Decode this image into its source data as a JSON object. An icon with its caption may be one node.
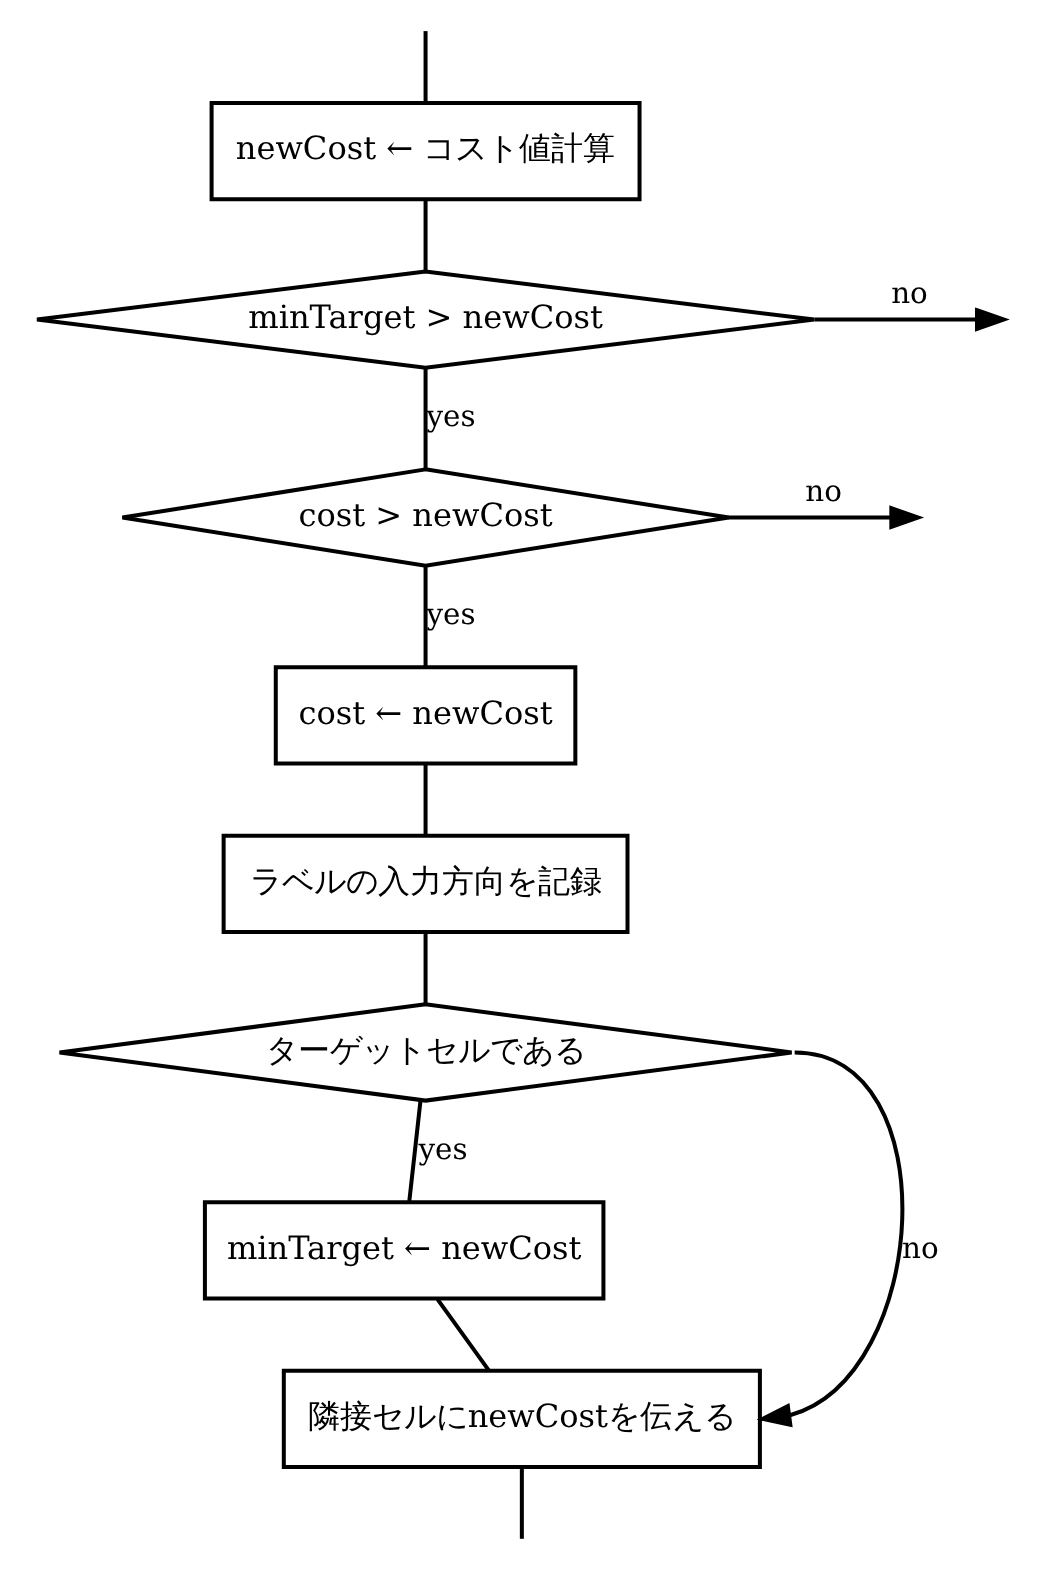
{
  "diagram": {
    "nodes": [
      {
        "text": [
          "newCost ← コスト値計算"
        ]
      },
      {
        "text": [
          "minTarget > newCost"
        ]
      },
      {
        "text": [
          "cost > newCost"
        ]
      },
      {
        "text": [
          "cost ← newCost"
        ]
      },
      {
        "text": [
          "ラベルの入力方向を記録"
        ]
      },
      {
        "text": [
          "ターゲットセルである"
        ]
      },
      {
        "text": [
          "minTarget ← newCost"
        ]
      },
      {
        "text": [
          "隣接セルにnewCostを伝える"
        ]
      }
    ],
    "edges": [
      {
        "from": null,
        "to": 0,
        "arrow": "none"
      },
      {
        "from": 0,
        "to": 1,
        "arrow": "none"
      },
      {
        "from": 1,
        "to": null,
        "arrow": "to",
        "label": "no"
      },
      {
        "from": 1,
        "to": 2,
        "arrow": "none",
        "label": "yes"
      },
      {
        "from": 2,
        "to": null,
        "arrow": "to",
        "label": "no"
      },
      {
        "from": 2,
        "to": 3,
        "arrow": "none",
        "label": "yes"
      },
      {
        "from": 3,
        "to": 4,
        "arrow": "none"
      },
      {
        "from": 4,
        "to": 5,
        "arrow": "none"
      },
      {
        "from": 5,
        "to": 6,
        "arrow": "none",
        "label": "yes"
      },
      {
        "from": 5,
        "to": 7,
        "arrow": "to",
        "label": "no"
      },
      {
        "from": 6,
        "to": 7,
        "arrow": "none"
      },
      {
        "from": 7,
        "to": null,
        "arrow": "none"
      }
    ]
  }
}
